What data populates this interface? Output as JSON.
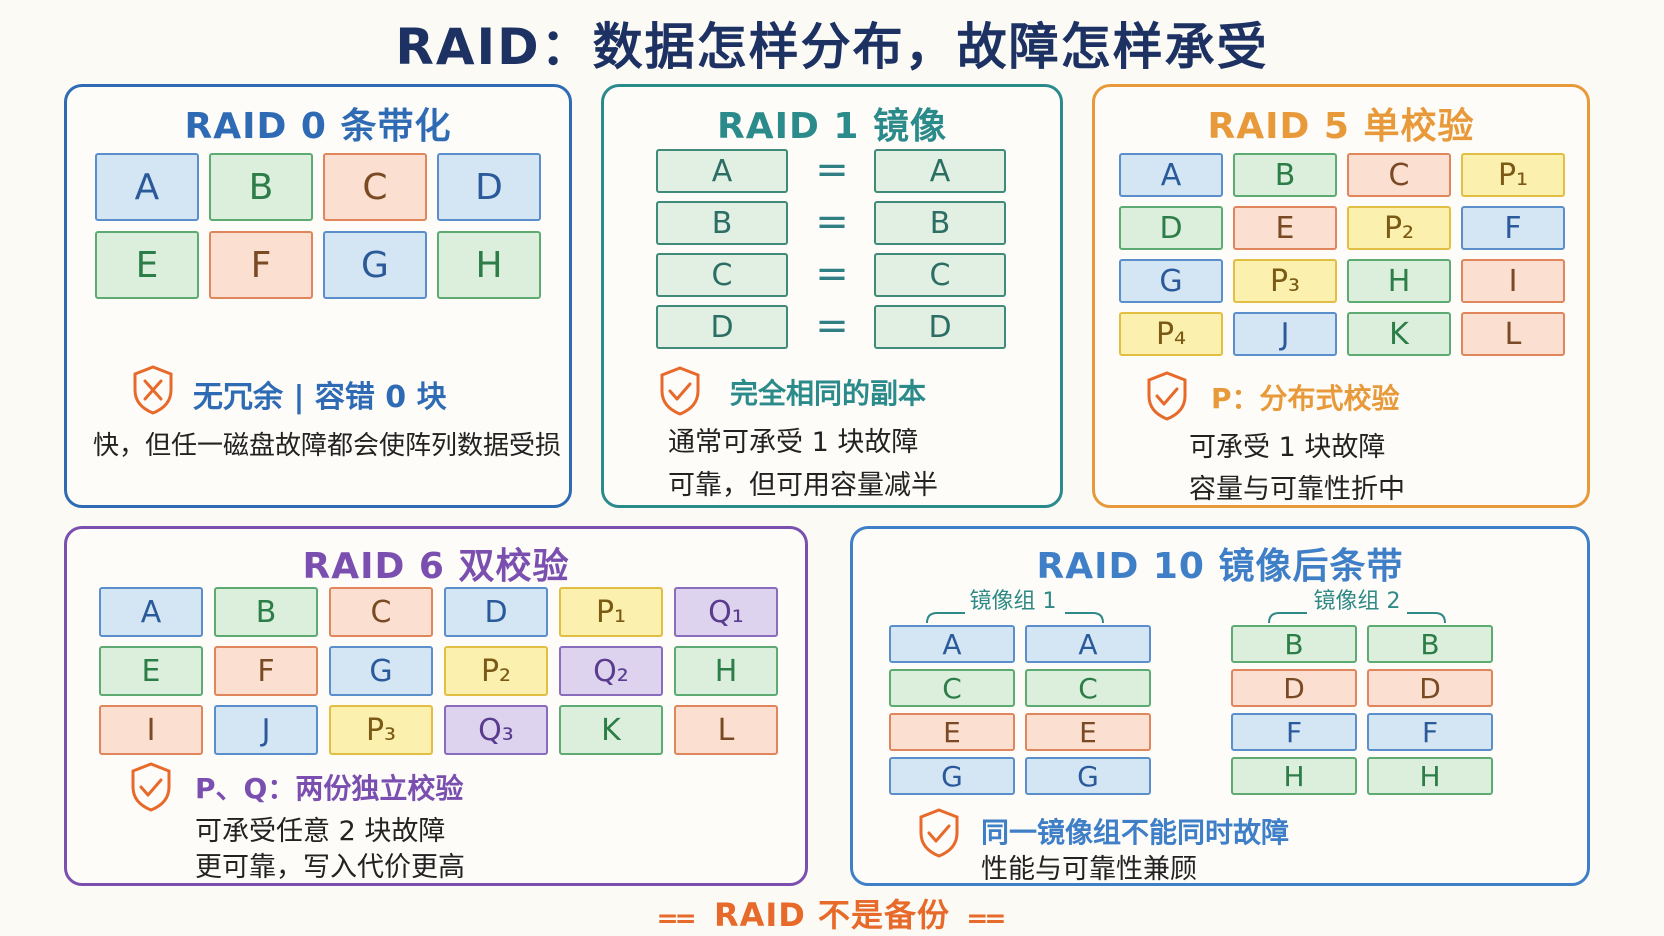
{
  "title": "RAID：数据怎样分布，故障怎样承受",
  "colors": {
    "navy": "#1d3262",
    "raid0": "#2f6bb5",
    "raid1": "#2b8a8a",
    "raid5": "#e89a3a",
    "raid6": "#7a4fb0",
    "raid10": "#3f7fc7",
    "accent": "#e76a2b"
  },
  "raid0": {
    "title": "RAID 0 条带化",
    "blocks": [
      "A",
      "B",
      "C",
      "D",
      "E",
      "F",
      "G",
      "H"
    ],
    "colors": [
      "blue",
      "green",
      "orange",
      "blue",
      "green",
      "orange",
      "blue",
      "green"
    ],
    "status": "无冗余 | 容错 0 块",
    "desc": "快，但任一磁盘故障都会使阵列数据受损",
    "icon": "x-shield-icon"
  },
  "raid1": {
    "title": "RAID 1 镜像",
    "rows": [
      "A",
      "B",
      "C",
      "D"
    ],
    "equals": "=",
    "status": "完全相同的副本",
    "desc1": "通常可承受 1 块故障",
    "desc2": "可靠，但可用容量减半",
    "icon": "check-shield-icon"
  },
  "raid5": {
    "title": "RAID 5 单校验",
    "blocks": [
      "A",
      "B",
      "C",
      "P₁",
      "D",
      "E",
      "P₂",
      "F",
      "G",
      "P₃",
      "H",
      "I",
      "P₄",
      "J",
      "K",
      "L"
    ],
    "colors": [
      "blue",
      "green",
      "orange",
      "yellow",
      "green",
      "orange",
      "yellow",
      "blue",
      "blue",
      "yellow",
      "green",
      "orange",
      "yellow",
      "blue",
      "green",
      "orange"
    ],
    "status": "P：分布式校验",
    "desc1": "可承受 1 块故障",
    "desc2": "容量与可靠性折中",
    "icon": "check-shield-icon"
  },
  "raid6": {
    "title": "RAID 6 双校验",
    "blocks": [
      "A",
      "B",
      "C",
      "D",
      "P₁",
      "Q₁",
      "E",
      "F",
      "G",
      "P₂",
      "Q₂",
      "H",
      "I",
      "J",
      "P₃",
      "Q₃",
      "K",
      "L"
    ],
    "colors": [
      "blue",
      "green",
      "orange",
      "blue",
      "yellow",
      "purple",
      "green",
      "orange",
      "blue",
      "yellow",
      "purple",
      "green",
      "orange",
      "blue",
      "yellow",
      "purple",
      "green",
      "orange"
    ],
    "status": "P、Q：两份独立校验",
    "desc1": "可承受任意 2 块故障",
    "desc2": "更可靠，写入代价更高",
    "icon": "check-shield-icon"
  },
  "raid10": {
    "title": "RAID 10 镜像后条带",
    "group1_label": "镜像组 1",
    "group2_label": "镜像组 2",
    "group1": [
      "A",
      "C",
      "E",
      "G"
    ],
    "group1_colors": [
      "blue",
      "green",
      "orange",
      "blue"
    ],
    "group2": [
      "B",
      "D",
      "F",
      "H"
    ],
    "group2_colors": [
      "green",
      "orange",
      "blue",
      "green"
    ],
    "status": "同一镜像组不能同时故障",
    "desc": "性能与可靠性兼顾",
    "icon": "check-shield-icon"
  },
  "footer": {
    "text": "RAID 不是备份",
    "left_mark": "⩵",
    "right_mark": "⩵"
  }
}
